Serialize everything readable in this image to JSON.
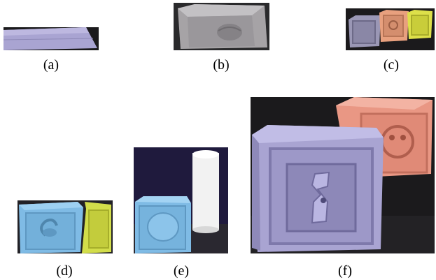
{
  "figure": {
    "panels": [
      {
        "id": "a",
        "caption": "(a)"
      },
      {
        "id": "b",
        "caption": "(b)"
      },
      {
        "id": "c",
        "caption": "(c)"
      },
      {
        "id": "d",
        "caption": "(d)"
      },
      {
        "id": "e",
        "caption": "(e)"
      },
      {
        "id": "f",
        "caption": "(f)"
      }
    ]
  },
  "colors": {
    "background_dark": "#1b1a1c",
    "cube_purple": "#a9a4d2",
    "cube_gray": "#a6a3a6",
    "cube_salmon": "#e99784",
    "cube_yellow": "#d2dd4a",
    "cube_blue": "#7fbbe5",
    "cylinder_white": "#f2f2f2",
    "backdrop_navy": "#1f1a3d"
  }
}
